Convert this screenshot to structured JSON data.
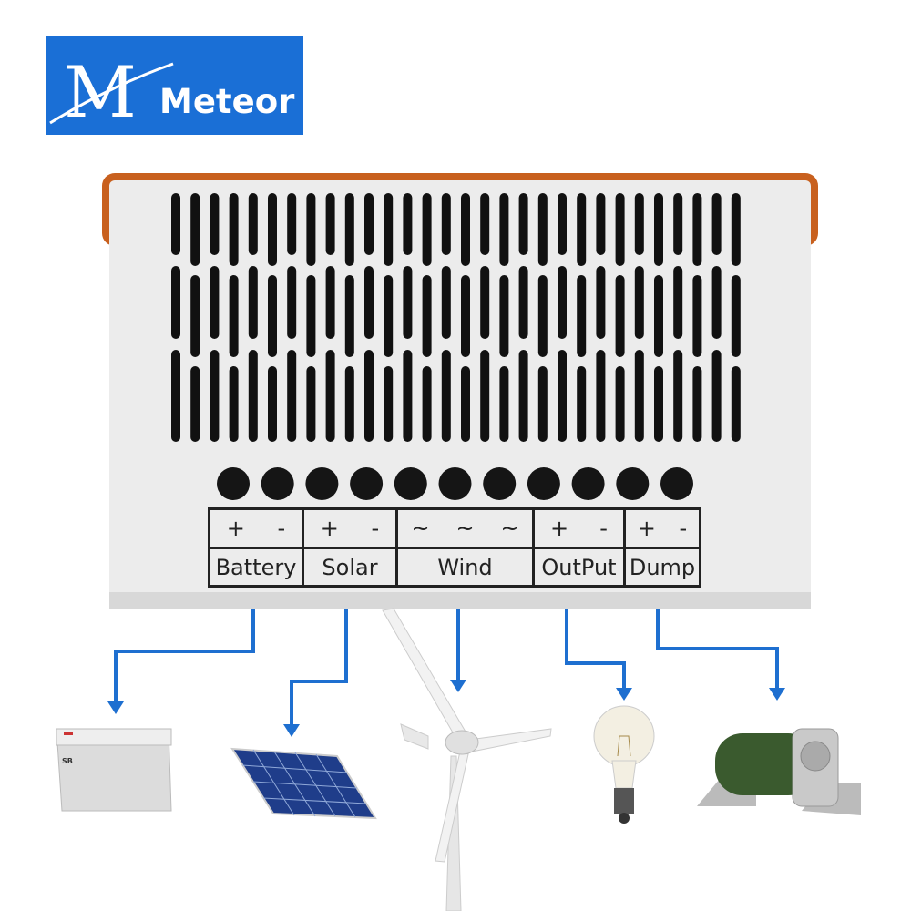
{
  "brand": {
    "logo_text": "Meteor",
    "logo_mark": "M",
    "color": "#1a6fd6"
  },
  "terminals": [
    {
      "label": "Battery",
      "symbols": [
        "+",
        "-"
      ]
    },
    {
      "label": "Solar",
      "symbols": [
        "+",
        "-"
      ]
    },
    {
      "label": "Wind",
      "symbols": [
        "~",
        "~",
        "~"
      ]
    },
    {
      "label": "OutPut",
      "symbols": [
        "+",
        "-"
      ]
    },
    {
      "label": "Dump",
      "symbols": [
        "+",
        "-"
      ]
    }
  ],
  "devices": [
    "battery",
    "solar-panel",
    "wind-turbine",
    "light-bulb",
    "dump-resistor"
  ],
  "colors": {
    "arrow": "#1e6fd0",
    "trim": "#c8601e",
    "case": "#ececec"
  }
}
